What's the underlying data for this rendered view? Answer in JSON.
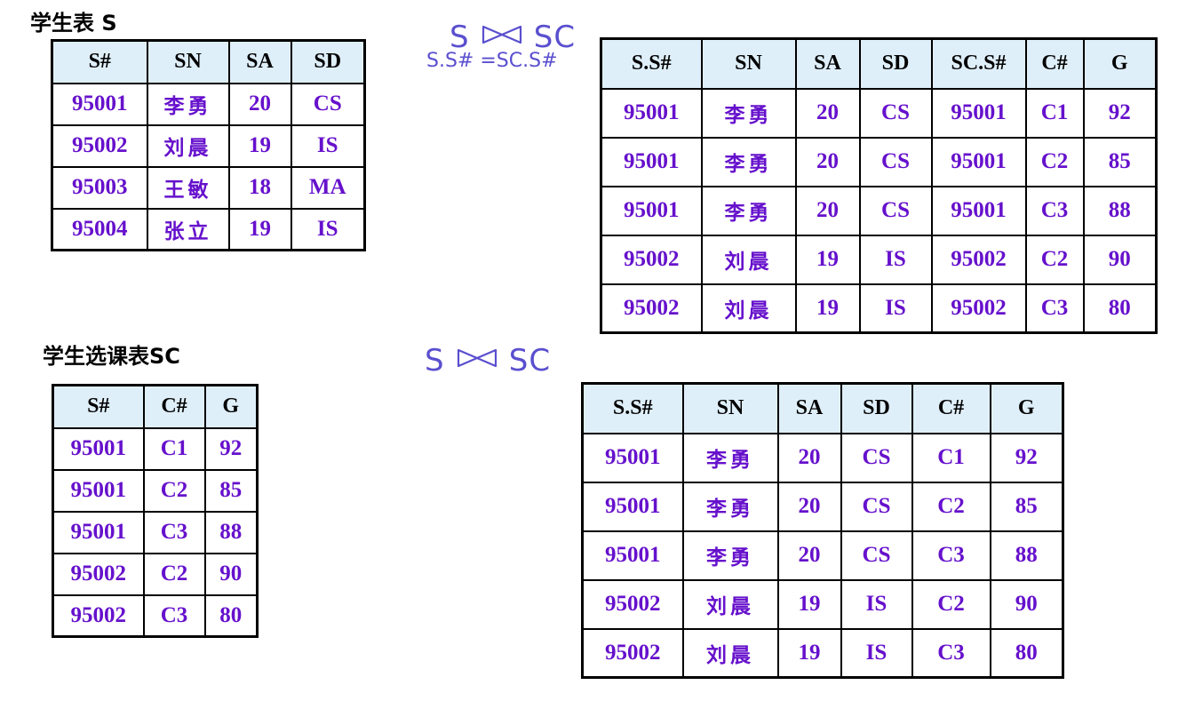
{
  "captions": {
    "s_table": "学生表 S",
    "sc_table": "学生选课表SC"
  },
  "operators": {
    "theta_join": {
      "left": "S",
      "right": "SC",
      "condition": "S.S# =SC.S#"
    },
    "natural_join": {
      "left": "S",
      "right": "SC"
    }
  },
  "colors": {
    "header_fill": "#dfeffa",
    "cell_text": "#6611cc",
    "operator": "#5a4fcf"
  },
  "table_s": {
    "headers": [
      "S#",
      "SN",
      "SA",
      "SD"
    ],
    "rows": [
      [
        "95001",
        "李勇",
        "20",
        "CS"
      ],
      [
        "95002",
        "刘晨",
        "19",
        "IS"
      ],
      [
        "95003",
        "王敏",
        "18",
        "MA"
      ],
      [
        "95004",
        "张立",
        "19",
        "IS"
      ]
    ]
  },
  "table_sc": {
    "headers": [
      "S#",
      "C#",
      "G"
    ],
    "rows": [
      [
        "95001",
        "C1",
        "92"
      ],
      [
        "95001",
        "C2",
        "85"
      ],
      [
        "95001",
        "C3",
        "88"
      ],
      [
        "95002",
        "C2",
        "90"
      ],
      [
        "95002",
        "C3",
        "80"
      ]
    ]
  },
  "table_theta": {
    "headers": [
      "S.S#",
      "SN",
      "SA",
      "SD",
      "SC.S#",
      "C#",
      "G"
    ],
    "rows": [
      [
        "95001",
        "李勇",
        "20",
        "CS",
        "95001",
        "C1",
        "92"
      ],
      [
        "95001",
        "李勇",
        "20",
        "CS",
        "95001",
        "C2",
        "85"
      ],
      [
        "95001",
        "李勇",
        "20",
        "CS",
        "95001",
        "C3",
        "88"
      ],
      [
        "95002",
        "刘晨",
        "19",
        "IS",
        "95002",
        "C2",
        "90"
      ],
      [
        "95002",
        "刘晨",
        "19",
        "IS",
        "95002",
        "C3",
        "80"
      ]
    ]
  },
  "table_natural": {
    "headers": [
      "S.S#",
      "SN",
      "SA",
      "SD",
      "C#",
      "G"
    ],
    "rows": [
      [
        "95001",
        "李勇",
        "20",
        "CS",
        "C1",
        "92"
      ],
      [
        "95001",
        "李勇",
        "20",
        "CS",
        "C2",
        "85"
      ],
      [
        "95001",
        "李勇",
        "20",
        "CS",
        "C3",
        "88"
      ],
      [
        "95002",
        "刘晨",
        "19",
        "IS",
        "C2",
        "90"
      ],
      [
        "95002",
        "刘晨",
        "19",
        "IS",
        "C3",
        "80"
      ]
    ]
  }
}
